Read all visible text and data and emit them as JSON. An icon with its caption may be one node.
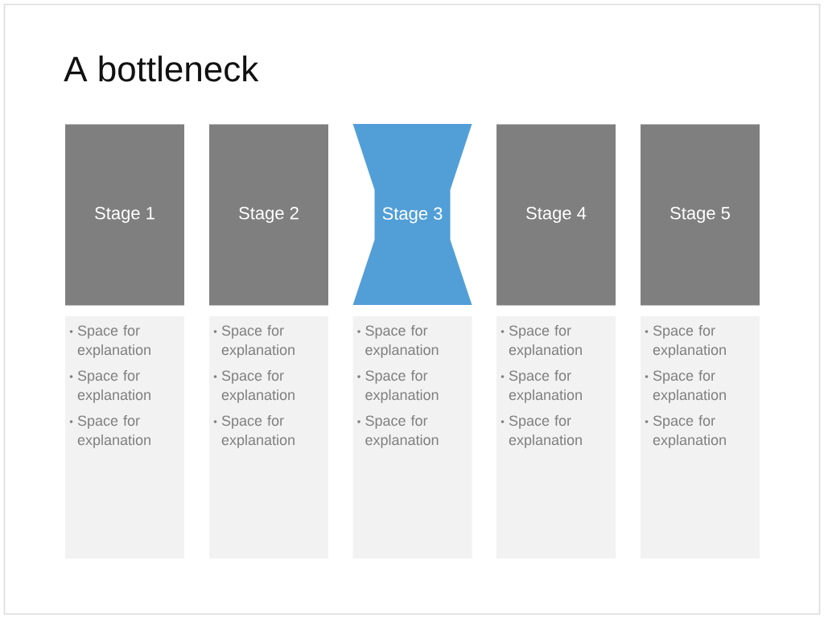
{
  "diagram": {
    "title": "A bottleneck",
    "nodes": [
      {
        "text": [
          "Stage 1"
        ]
      },
      {
        "text": [
          "Stage 2"
        ]
      },
      {
        "text": [
          "Stage 3"
        ]
      },
      {
        "text": [
          "Stage 4"
        ]
      },
      {
        "text": [
          "Stage 5"
        ]
      },
      {
        "text": [
          "Space for explanation",
          "Space for explanation",
          "Space for explanation"
        ]
      },
      {
        "text": [
          "Space for explanation",
          "Space for explanation",
          "Space for explanation"
        ]
      },
      {
        "text": [
          "Space for explanation",
          "Space for explanation",
          "Space for explanation"
        ]
      },
      {
        "text": [
          "Space for explanation",
          "Space for explanation",
          "Space for explanation"
        ]
      },
      {
        "text": [
          "Space for explanation",
          "Space for explanation",
          "Space for explanation"
        ]
      }
    ]
  }
}
